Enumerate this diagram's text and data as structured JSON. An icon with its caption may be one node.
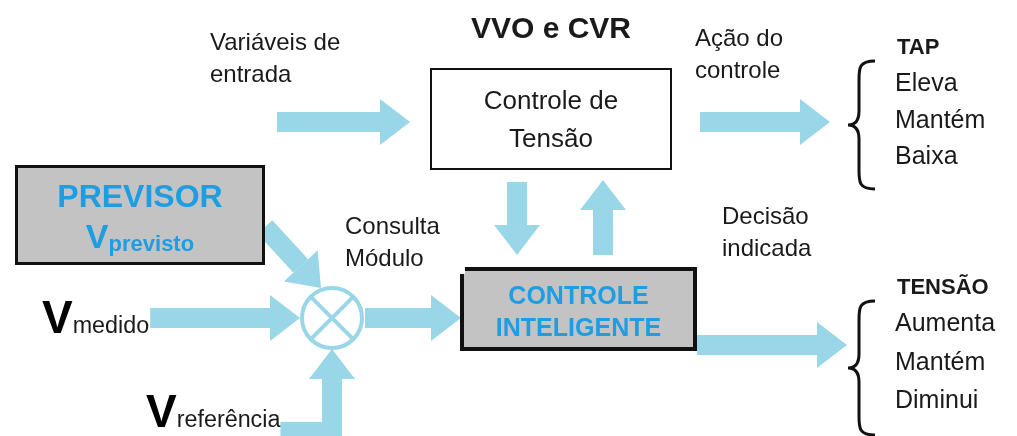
{
  "diagram": {
    "nodes": [
      {
        "text": [
          "VVO e CVR",
          "Controle de Tensão"
        ]
      },
      {
        "text": [
          "PREVISOR",
          "V$_{previsto}$"
        ]
      },
      {
        "text": [
          "**V**$_{medido}$"
        ]
      },
      {
        "text": [
          "**V**$_{referência}$"
        ]
      },
      {
        "text": [],
        "shape": "circle"
      },
      {
        "text": [
          "CONTROLE INTELIGENTE"
        ]
      },
      {
        "text": [
          "TAP",
          "Eleva",
          "Mantém",
          "Baixa"
        ]
      },
      {
        "text": [
          "TENSÃO",
          "Aumenta",
          "Mantém",
          "Diminui"
        ]
      }
    ],
    "edges": [
      {
        "from": null,
        "to": 0,
        "arrow": "to"
      },
      {
        "from": 0,
        "to": 6,
        "arrow": "to",
        "label": "Ação do controle"
      },
      {
        "from": 0,
        "to": 5,
        "arrow": "to"
      },
      {
        "from": 5,
        "to": 0,
        "arrow": "to"
      },
      {
        "from": 1,
        "to": 4,
        "arrow": "to"
      },
      {
        "from": 2,
        "to": 4,
        "arrow": "to"
      },
      {
        "from": 3,
        "to": 4,
        "arrow": "to"
      },
      {
        "from": 4,
        "to": 5,
        "arrow": "to"
      },
      {
        "from": 5,
        "to": 7,
        "arrow": "to",
        "label": "Decisão indicada"
      }
    ],
    "labels": [
      "Variáveis de entrada",
      "Consulta Módulo"
    ]
  }
}
